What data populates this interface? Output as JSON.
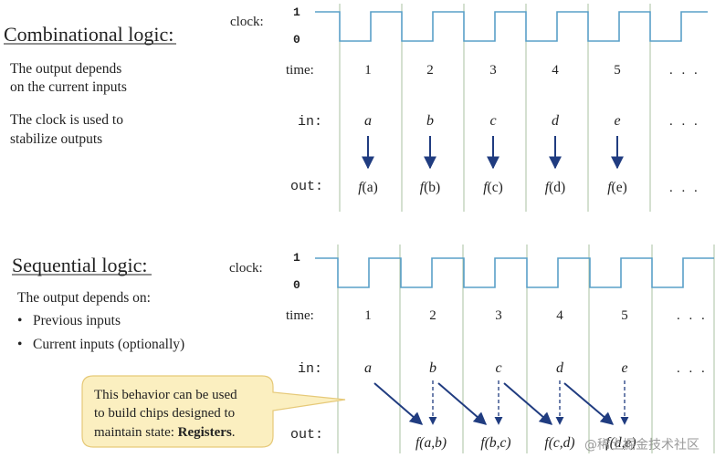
{
  "colors": {
    "clock": "#5aa0c8",
    "gridline": "#a8c0a0",
    "arrow": "#203c80",
    "callout_fill": "#fbefc0",
    "callout_stroke": "#e6c978",
    "text": "#222222"
  },
  "combinational": {
    "title": "Combinational logic:",
    "desc1_line1": "The output depends",
    "desc1_line2": "on the current inputs",
    "desc2_line1": "The clock is used to",
    "desc2_line2": "stabilize outputs",
    "labels": {
      "clock": "clock:",
      "time": "time:",
      "in": "in:",
      "out": "out:"
    },
    "high": "1",
    "low": "0",
    "times": [
      "1",
      "2",
      "3",
      "4",
      "5"
    ],
    "inputs": [
      "a",
      "b",
      "c",
      "d",
      "e"
    ],
    "outputs": [
      "f(a)",
      "f(b)",
      "f(c)",
      "f(d)",
      "f(e)"
    ],
    "ellipsis": ". . ."
  },
  "sequential": {
    "title": "Sequential logic:",
    "desc_line": "The output depends on:",
    "bullets": [
      "Previous inputs",
      "Current inputs (optionally)"
    ],
    "labels": {
      "clock": "clock:",
      "time": "time:",
      "in": "in:",
      "out": "out:"
    },
    "high": "1",
    "low": "0",
    "times": [
      "1",
      "2",
      "3",
      "4",
      "5"
    ],
    "inputs": [
      "a",
      "b",
      "c",
      "d",
      "e"
    ],
    "outputs": [
      "f(a,b)",
      "f(b,c)",
      "f(c,d)",
      "f(d,e)"
    ],
    "ellipsis": ". . .",
    "callout": {
      "line1": "This behavior can be used",
      "line2": "to build chips designed to",
      "line3_prefix": "maintain state: ",
      "line3_bold": "Registers",
      "line3_suffix": "."
    }
  },
  "watermark": "@稀土掘金技术社区"
}
